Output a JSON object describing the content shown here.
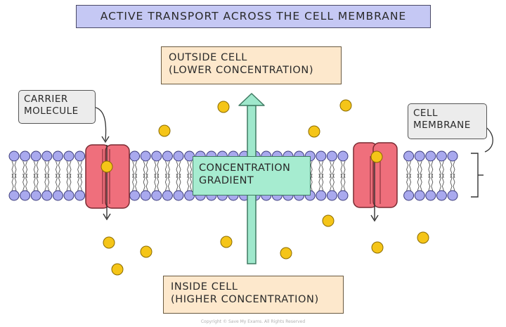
{
  "title": "ACTIVE TRANSPORT ACROSS THE CELL MEMBRANE",
  "outside_label": {
    "line1": "OUTSIDE CELL",
    "line2": "(LOWER CONCENTRATION)"
  },
  "inside_label": {
    "line1": "INSIDE CELL",
    "line2": "(HIGHER CONCENTRATION)"
  },
  "carrier_label": {
    "line1": "CARRIER",
    "line2": "MOLECULE"
  },
  "membrane_label": {
    "line1": "CELL",
    "line2": "MEMBRANE"
  },
  "gradient_label": {
    "line1": "CONCENTRATION",
    "line2": "GRADIENT"
  },
  "copyright": "Copyright © Save My Exams. All Rights Reserved",
  "colors": {
    "title_bg": "#c5c8f4",
    "label_bg": "#fde8cc",
    "callout_bg": "#ececec",
    "gradient_bg": "#a6ecd0",
    "phospholipid_head": "#a9a9ee",
    "carrier_protein": "#ef6f7c",
    "molecule": "#f5c518"
  }
}
